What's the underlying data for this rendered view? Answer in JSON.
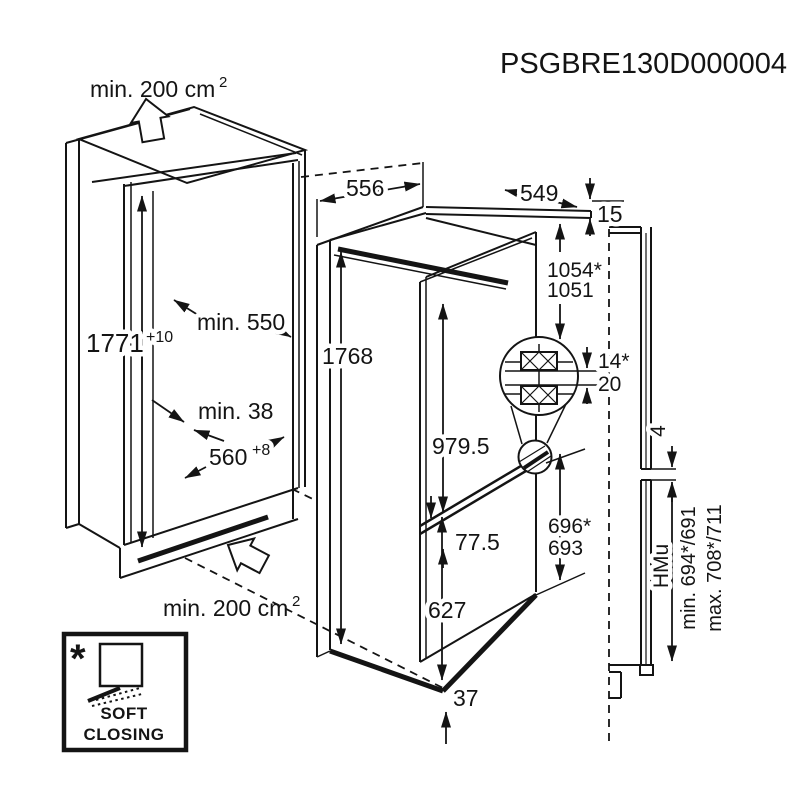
{
  "title": "PSGBRE130D000004",
  "cabinet": {
    "vent_top": "min. 200 cm",
    "vent_top_sup": "2",
    "height": "1771",
    "height_sup": "+10",
    "depth": "min. 550",
    "rear_gap": "min. 38",
    "width": "560",
    "width_sup": "+8",
    "vent_bottom": "min. 200 cm",
    "vent_bottom_sup": "2"
  },
  "appliance": {
    "width": "556",
    "depth": "549",
    "height": "1768",
    "upper_door": "979.5",
    "door_gap": "77.5",
    "lower_door": "627",
    "bottom_clearance": "37",
    "upper_panel": "1054*",
    "upper_panel_alt": "1051",
    "lower_panel": "696*",
    "lower_panel_alt": "693"
  },
  "hinge": {
    "gap_a": "14*",
    "gap_b": "20"
  },
  "furniture": {
    "top_gap": "15",
    "panel_gap": "4",
    "hmu_label": "HMu",
    "hmu_min": "min. 694*/691",
    "hmu_max": "max. 708*/711"
  },
  "badge": {
    "mark": "*",
    "line1": "SOFT",
    "line2": "CLOSING"
  }
}
